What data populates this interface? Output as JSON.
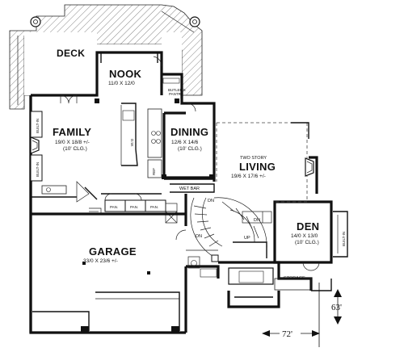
{
  "rooms": {
    "deck": {
      "name": "DECK"
    },
    "nook": {
      "name": "NOOK",
      "size": "11/0 X 12/0"
    },
    "butlers_pantry": {
      "line1": "BUTLER'S",
      "line2": "PANTRY"
    },
    "family": {
      "name": "FAMILY",
      "size": "19/0 X 18/8 +/-",
      "ceiling": "(10' CLG.)"
    },
    "dining": {
      "name": "DINING",
      "size": "12/6 X 14/6",
      "ceiling": "(10' CLG.)"
    },
    "living": {
      "prefix": "TWO STORY",
      "name": "LIVING",
      "size": "19/6 X 17/6 +/-"
    },
    "wet_bar": {
      "name": "WET BAR"
    },
    "den": {
      "name": "DEN",
      "size": "14/0 X 13/0",
      "ceiling": "(10' CLG.)"
    },
    "garage": {
      "name": "GARAGE",
      "size": "33/0 X 23/6 +/-"
    },
    "storage": {
      "name": "STORAGE"
    }
  },
  "labels": {
    "built_in": "BUILT-IN",
    "pan": "PAN.",
    "dn": "DN",
    "up": "UP",
    "ref": "REF",
    "dw": "D.W."
  },
  "scale": {
    "depth": "63'",
    "width": "72'"
  }
}
